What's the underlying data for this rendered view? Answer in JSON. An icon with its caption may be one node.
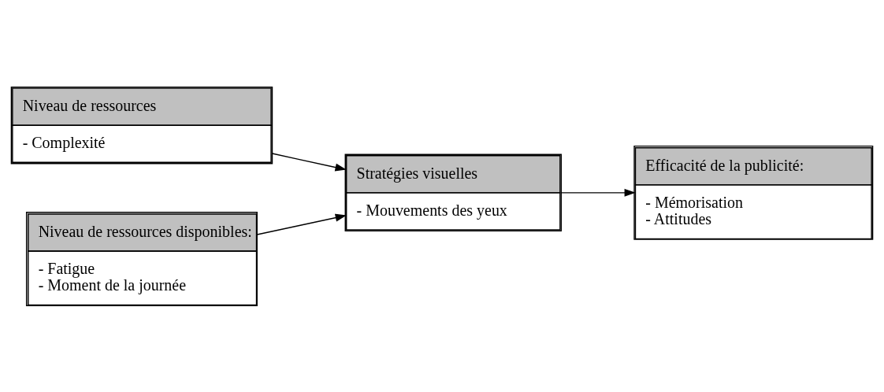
{
  "diagram": {
    "nodes": [
      {
        "text": [
          "Niveau de ressources",
          "- Complexité"
        ]
      },
      {
        "text": [
          "Stratégies visuelles",
          "- Mouvements des yeux"
        ]
      },
      {
        "text": [
          "Efficacité de la publicité:",
          "- Mémorisation",
          "- Attitudes"
        ]
      },
      {
        "text": [
          "Niveau de ressources disponibles:",
          "- Fatigue",
          "- Moment de la journée"
        ]
      }
    ],
    "edges": [
      {
        "from": 0,
        "to": 1,
        "arrow": "to"
      },
      {
        "from": 3,
        "to": 1,
        "arrow": "to"
      },
      {
        "from": 1,
        "to": 2,
        "arrow": "to"
      }
    ]
  }
}
